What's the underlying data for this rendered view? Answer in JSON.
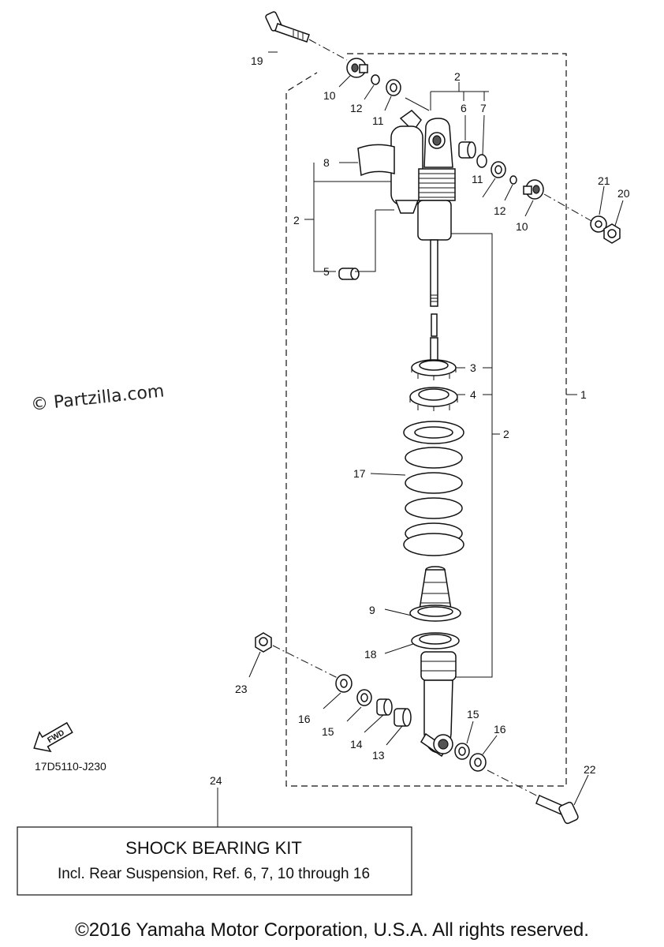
{
  "watermark": "© Partzilla.com",
  "diagram_code": "17D5110-J230",
  "fwd_label": "FWD",
  "kit": {
    "ref": "24",
    "title": "SHOCK BEARING KIT",
    "subtitle": "Incl. Rear Suspension, Ref. 6, 7, 10 through 16"
  },
  "copyright": "©2016 Yamaha Motor Corporation, U.S.A. All rights reserved.",
  "callouts": {
    "c19": "19",
    "c10a": "10",
    "c12a": "12",
    "c11a": "11",
    "c2top": "2",
    "c6": "6",
    "c7": "7",
    "c8": "8",
    "c2left": "2",
    "c5": "5",
    "c11b": "11",
    "c12b": "12",
    "c10b": "10",
    "c21": "21",
    "c20": "20",
    "c3": "3",
    "c4": "4",
    "c1": "1",
    "c2right": "2",
    "c17": "17",
    "c9": "9",
    "c18": "18",
    "c23": "23",
    "c16a": "16",
    "c15a": "15",
    "c14": "14",
    "c13": "13",
    "c15b": "15",
    "c16b": "16",
    "c22": "22"
  }
}
